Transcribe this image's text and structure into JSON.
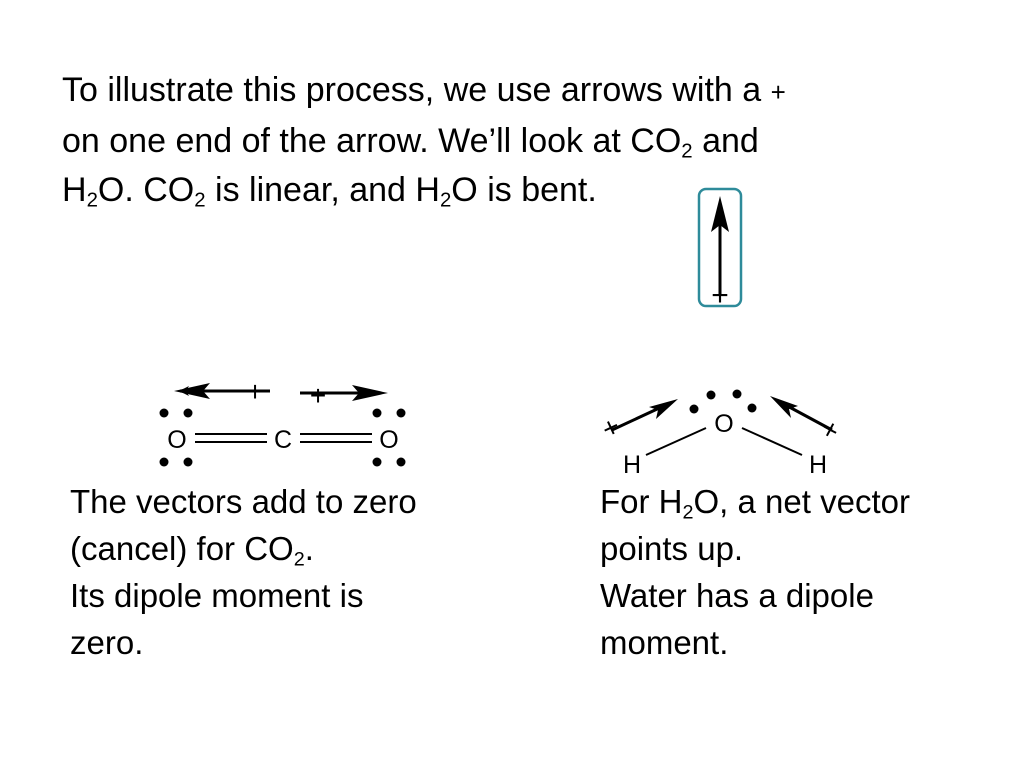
{
  "intro": {
    "line1_text": "To illustrate this process, we use arrows with a ",
    "line1_plus": "+",
    "line2_a": "on one end of the arrow. We’ll look at CO",
    "line2_sub": "2",
    "line2_b": " and",
    "line3_a": "H",
    "line3_sub1": "2",
    "line3_b": "O. CO",
    "line3_sub2": "2",
    "line3_c": " is linear, and H",
    "line3_sub3": "2",
    "line3_d": "O is bent."
  },
  "legend_arrow": {
    "plus": "+",
    "frame_color": "#2e8b9a"
  },
  "co2": {
    "atom_left": "O",
    "atom_center": "C",
    "atom_right": "O",
    "plus_left": "+",
    "plus_right": "+"
  },
  "h2o": {
    "atom_o": "O",
    "atom_h_left": "H",
    "atom_h_right": "H",
    "plus_left": "+",
    "plus_right": "+"
  },
  "caption_co2": {
    "line1": "The vectors add to zero",
    "line2_a": "(cancel) for CO",
    "line2_sub": "2",
    "line2_b": ".",
    "line3": "Its dipole moment is",
    "line4": "zero."
  },
  "caption_h2o": {
    "line1_a": "For H",
    "line1_sub": "2",
    "line1_b": "O, a net vector",
    "line2": "points up.",
    "line3": "Water has a dipole",
    "line4": "moment."
  }
}
